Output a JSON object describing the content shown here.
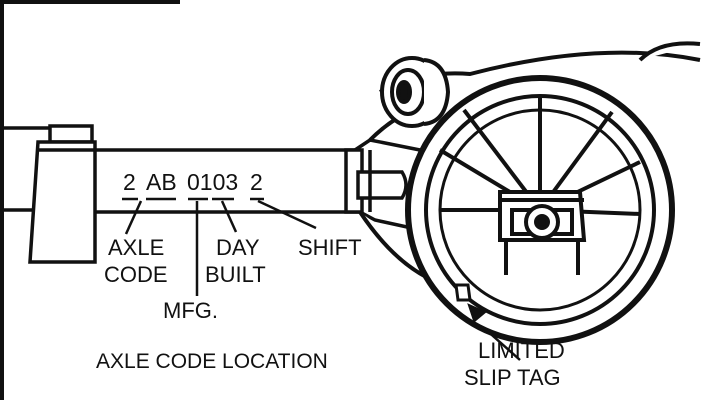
{
  "code": {
    "part1": "2",
    "part2": "AB",
    "part3": "0103",
    "part4": "2"
  },
  "labels": {
    "axle_line1": "AXLE",
    "axle_line2": "CODE",
    "mfg": "MFG.",
    "day_line1": "DAY",
    "day_line2": "BUILT",
    "shift": "SHIFT",
    "tag_line1": "LIMITED",
    "tag_line2": "SLIP TAG"
  },
  "caption": "AXLE CODE LOCATION",
  "colors": {
    "ink": "#111111",
    "background": "#ffffff"
  }
}
